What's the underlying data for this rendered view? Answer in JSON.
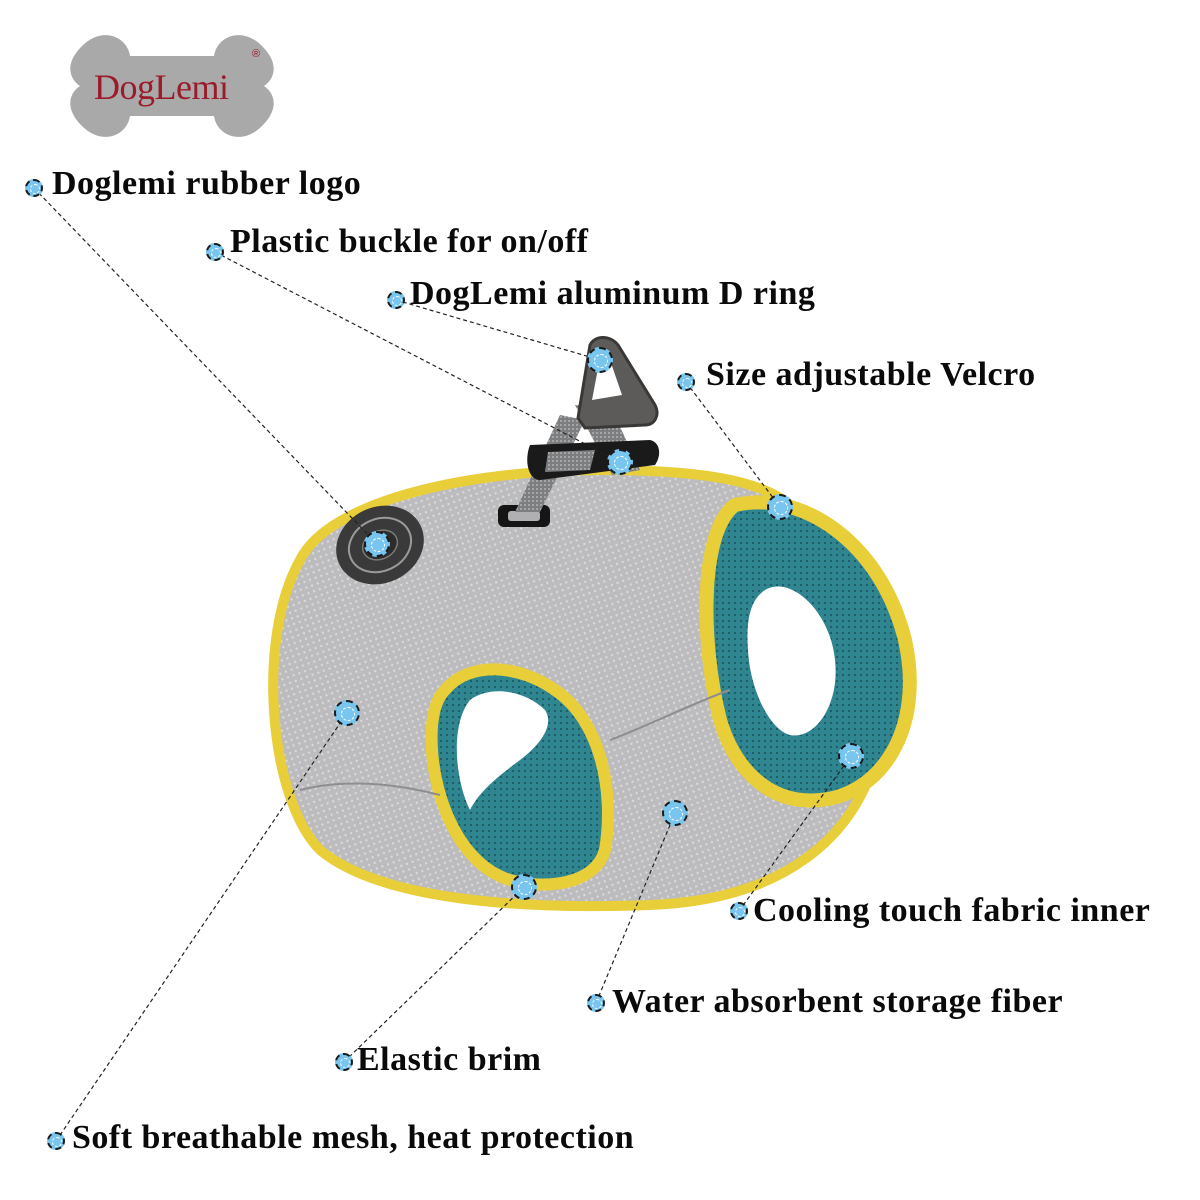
{
  "brand": {
    "logo_text": "DogLemi",
    "registered_mark": "®",
    "logo_text_color": "#9b1b2b",
    "logo_bg_color": "#a8a8a8"
  },
  "colors": {
    "mesh_gray": "#b9b9bb",
    "trim_yellow": "#e8cf3a",
    "inner_teal": "#2f7f8a",
    "marker_blue": "#78c6ef",
    "label_text": "#0a0a0a"
  },
  "callouts": [
    {
      "id": "rubber-logo",
      "label": "Doglemi rubber logo"
    },
    {
      "id": "plastic-buckle",
      "label": "Plastic buckle for on/off"
    },
    {
      "id": "d-ring",
      "label": "DogLemi aluminum D ring"
    },
    {
      "id": "velcro",
      "label": "Size adjustable Velcro"
    },
    {
      "id": "cooling-fabric",
      "label": "Cooling touch fabric inner"
    },
    {
      "id": "water-fiber",
      "label": "Water absorbent storage fiber"
    },
    {
      "id": "elastic-brim",
      "label": "Elastic brim"
    },
    {
      "id": "breathable-mesh",
      "label": "Soft breathable mesh, heat protection"
    }
  ]
}
